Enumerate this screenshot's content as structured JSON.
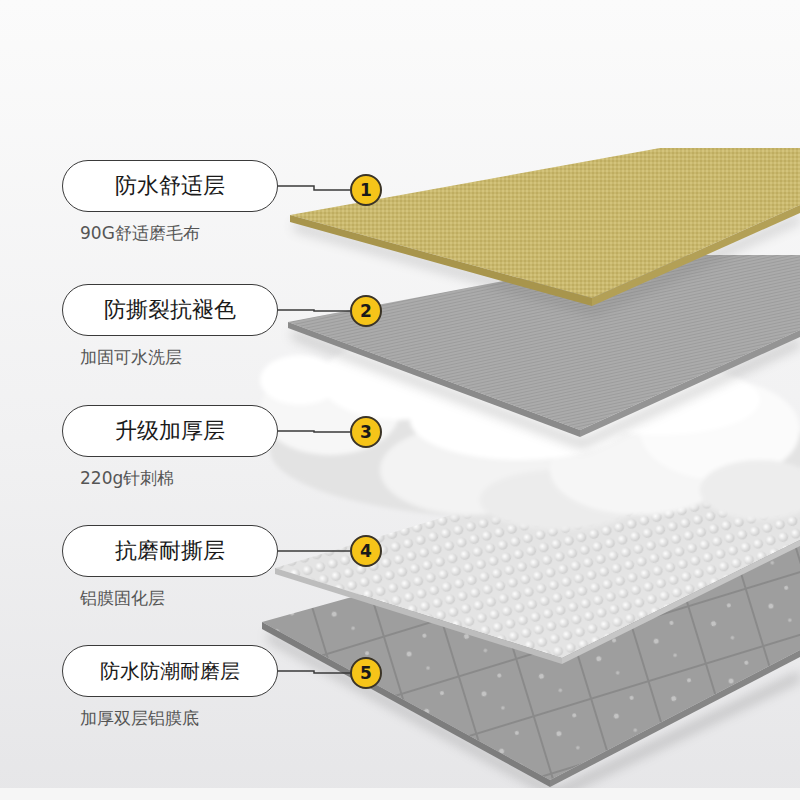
{
  "diagram": {
    "nodes": [
      {
        "text": [
          "防水舒适层",
          "90G舒适磨毛布"
        ]
      },
      {
        "text": [
          "1"
        ]
      },
      {
        "text": [
          "防撕裂抗褪色",
          "加固可水洗层"
        ]
      },
      {
        "text": [
          "2"
        ]
      },
      {
        "text": [
          "升级加厚层",
          "220g针刺棉"
        ]
      },
      {
        "text": [
          "3"
        ]
      },
      {
        "text": [
          "抗磨耐撕层",
          "铝膜固化层"
        ]
      },
      {
        "text": [
          "4"
        ]
      },
      {
        "text": [
          "防水防潮耐磨层",
          "加厚双层铝膜底"
        ]
      },
      {
        "text": [
          "5"
        ]
      }
    ],
    "edges": [
      {
        "from": 0,
        "to": 1,
        "arrow": "none"
      },
      {
        "from": 2,
        "to": 3,
        "arrow": "none"
      },
      {
        "from": 4,
        "to": 5,
        "arrow": "none"
      },
      {
        "from": 6,
        "to": 7,
        "arrow": "none"
      },
      {
        "from": 8,
        "to": 9,
        "arrow": "none"
      }
    ]
  }
}
